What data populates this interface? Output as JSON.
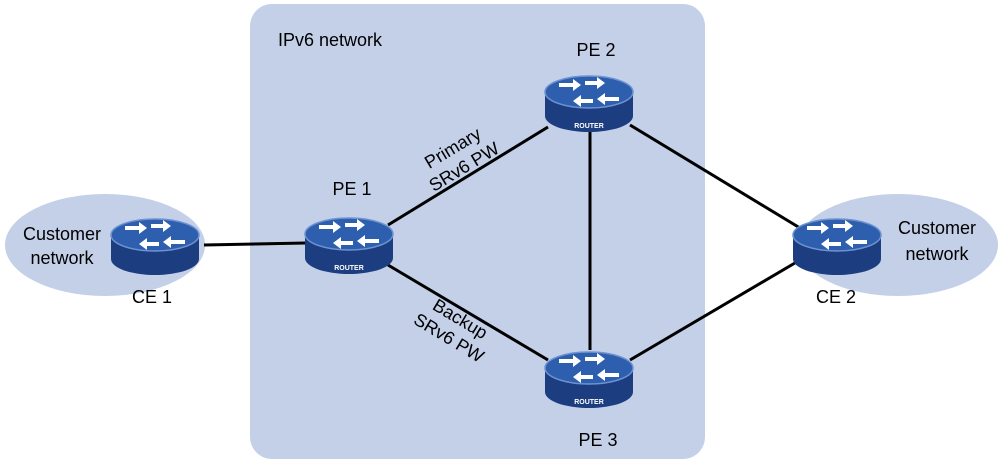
{
  "colors": {
    "region_fill": "#c3d0e8",
    "customer_fill": "#c3d0e8",
    "link": "#000000",
    "router_top": "#2e5fae",
    "router_side": "#1c3e80",
    "router_arrow": "#ffffff"
  },
  "region": {
    "label": "IPv6 network"
  },
  "customer_left": {
    "label_line1": "Customer",
    "label_line2": "network"
  },
  "customer_right": {
    "label_line1": "Customer",
    "label_line2": "network"
  },
  "routers": {
    "pe1": {
      "label": "PE 1",
      "badge": "ROUTER"
    },
    "pe2": {
      "label": "PE 2",
      "badge": "ROUTER"
    },
    "pe3": {
      "label": "PE 3",
      "badge": "ROUTER"
    },
    "ce1": {
      "label": "CE 1",
      "badge": ""
    },
    "ce2": {
      "label": "CE 2",
      "badge": ""
    }
  },
  "links": {
    "primary": {
      "line1": "Primary",
      "line2": "SRv6 PW"
    },
    "backup": {
      "line1": "Backup",
      "line2": "SRv6 PW"
    }
  },
  "icon": "router-icon"
}
